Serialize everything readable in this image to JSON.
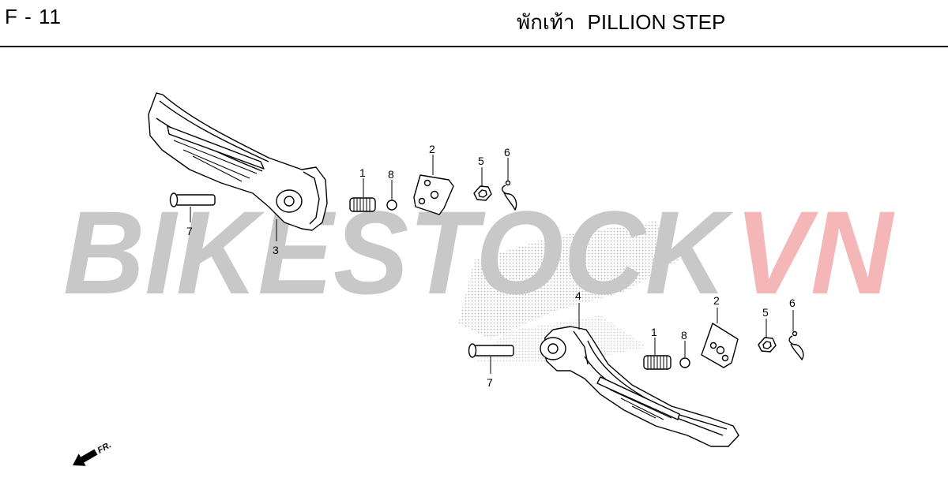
{
  "header": {
    "page_code": "F - 11",
    "title_thai": "พักเท้า",
    "title_en": "PILLION STEP"
  },
  "watermark": {
    "text_main": "BIKESTOCK",
    "text_accent": "VN",
    "color_main": "#c8c8c8",
    "color_accent": "#f4b6b6"
  },
  "callouts": {
    "upper": {
      "spring": "1",
      "plate": "2",
      "step": "3",
      "washer": "5",
      "clip": "6",
      "pin": "7",
      "ball": "8"
    },
    "lower": {
      "spring": "1",
      "plate": "2",
      "step": "4",
      "washer": "5",
      "clip": "6",
      "pin": "7",
      "ball": "8"
    }
  },
  "direction": {
    "label": "FR.",
    "icon": "front-arrow-icon"
  }
}
